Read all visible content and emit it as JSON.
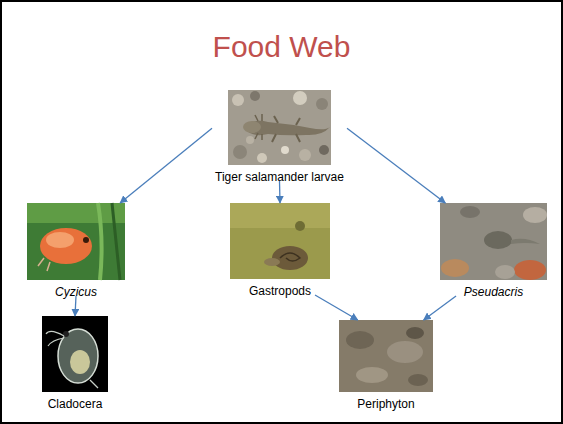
{
  "diagram": {
    "title": "Food Web",
    "nodes": [
      {
        "text": [
          "Tiger salamander larvae"
        ]
      },
      {
        "text": [
          "Cyzicus"
        ]
      },
      {
        "text": [
          "Gastropods"
        ]
      },
      {
        "text": [
          "Pseudacris"
        ]
      },
      {
        "text": [
          "Cladocera"
        ]
      },
      {
        "text": [
          "Periphyton"
        ]
      }
    ],
    "edges": [
      {
        "from": 0,
        "to": 1,
        "arrow": "to"
      },
      {
        "from": 0,
        "to": 2,
        "arrow": "to"
      },
      {
        "from": 0,
        "to": 3,
        "arrow": "to"
      },
      {
        "from": 1,
        "to": 4,
        "arrow": "to"
      },
      {
        "from": 2,
        "to": 5,
        "arrow": "to"
      },
      {
        "from": 3,
        "to": 5,
        "arrow": "to"
      }
    ]
  }
}
